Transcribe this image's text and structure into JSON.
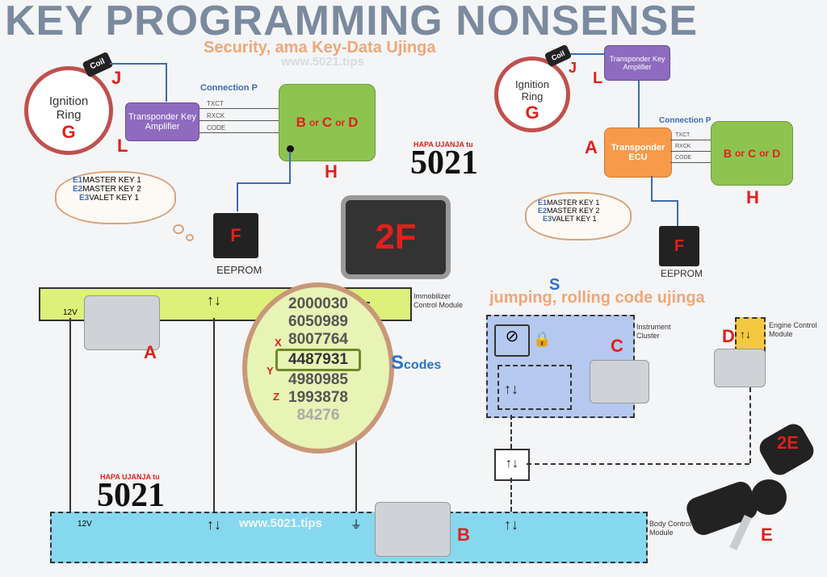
{
  "title": "KEY PROGRAMMING NONSENSE",
  "subtitle": "Security, ama Key-Data Ujinga",
  "url_top": "www.5021.tips",
  "url_bottom": "www.5021.tips",
  "left_diagram": {
    "ring_line1": "Ignition",
    "ring_line2": "Ring",
    "ring_letter": "G",
    "coil_label": "Coil",
    "coil_letter": "J",
    "amp_label": "Transponder Key Amplifier",
    "amp_letter": "L",
    "connection_label": "Connection P",
    "signals": [
      "TXCT",
      "RXCK",
      "CODE"
    ],
    "box_b": "B",
    "box_or1": "or",
    "box_c": "C",
    "box_or2": "or",
    "box_d": "D",
    "box_letter": "H",
    "cloud": [
      {
        "tag": "E1",
        "text": "MASTER KEY 1"
      },
      {
        "tag": "E2",
        "text": "MASTER KEY 2"
      },
      {
        "tag": "E3",
        "text": "VALET KEY 1"
      }
    ],
    "eeprom_chip": "F",
    "eeprom_label": "EEPROM"
  },
  "right_diagram": {
    "ring_line1": "Ignition",
    "ring_line2": "Ring",
    "ring_letter": "G",
    "coil_label": "Coil",
    "coil_letter": "J",
    "amp_label": "Transponder Key Amplifier",
    "amp_letter": "L",
    "connection_label": "Connection P",
    "signals": [
      "TXCT",
      "RXCK",
      "CODE"
    ],
    "ecu_label": "Transponder ECU",
    "ecu_letter": "A",
    "box_b": "B",
    "box_or1": "or",
    "box_c": "C",
    "box_or2": "or",
    "box_d": "D",
    "box_letter": "H",
    "cloud": [
      {
        "tag": "E1",
        "text": "MASTER KEY 1"
      },
      {
        "tag": "E2",
        "text": "MASTER KEY 2"
      },
      {
        "tag": "E3",
        "text": "VALET KEY 1"
      }
    ],
    "eeprom_chip": "F",
    "eeprom_label": "EEPROM"
  },
  "logo": {
    "tag": "HAPA UJANJA tu",
    "number": "5021"
  },
  "big_chip": "2F",
  "lower": {
    "immo_module": "Immobilizer Control Module",
    "immo_voltage": "12V",
    "immo_ecu_letter": "A",
    "codes": [
      "2000030",
      "6050989",
      "8007764",
      "4487931",
      "4980985",
      "1993878",
      "84276"
    ],
    "code_letters": {
      "x": "X",
      "y": "Y",
      "z": "Z"
    },
    "scodes_s": "S",
    "scodes_rest": "codes",
    "s_label": "S",
    "jumping_label": "jumping, rolling code ujinga",
    "instrument_cluster": "Instrument Cluster",
    "instrument_letter": "C",
    "engine_module": "Engine Control Module",
    "engine_letter": "D",
    "body_module": "Body Control Module",
    "body_voltage": "12V",
    "body_ecu_letter": "B",
    "key_letter_2e": "2E",
    "key_letter_e": "E",
    "bidir": "↑↓"
  }
}
